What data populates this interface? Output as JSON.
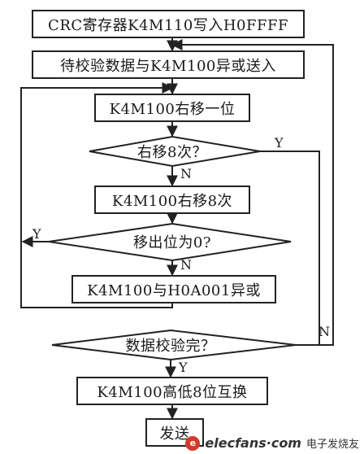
{
  "flowchart": {
    "steps": {
      "init": "CRC寄存器K4M110写入H0FFFF",
      "xor_in": "待校验数据与K4M100异或送入",
      "shift1": "K4M100右移一位",
      "check8": "右移8次？",
      "shift8": "K4M100右移8次",
      "bit_out": "移出位为0?",
      "xor_poly": "K4M100与H0A001异或",
      "data_done": "数据校验完？",
      "swap": "K4M100高低8位互换",
      "send": "发送"
    },
    "labels": {
      "check8_yes": "Y",
      "check8_no": "N",
      "bit_out_yes": "Y",
      "bit_out_no": "N",
      "data_done_no": "N",
      "data_done_yes": "Y"
    }
  },
  "watermark": {
    "logo": "e",
    "domain": "elecfans·com",
    "cn": "电子发烧友"
  }
}
